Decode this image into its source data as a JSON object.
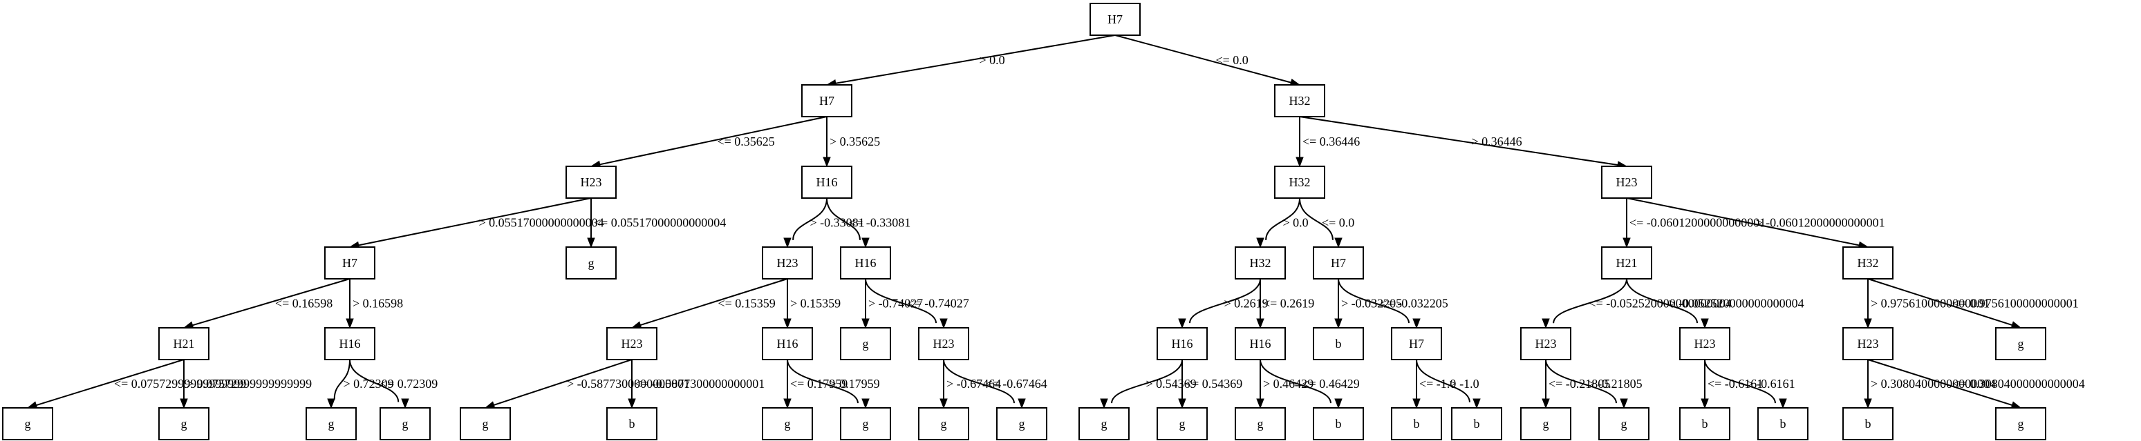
{
  "tree": {
    "nodes": [
      {
        "id": "n0",
        "label": "H7"
      },
      {
        "id": "n1",
        "label": "H7"
      },
      {
        "id": "n2",
        "label": "H32"
      },
      {
        "id": "n3",
        "label": "H23"
      },
      {
        "id": "n4",
        "label": "H16"
      },
      {
        "id": "n5",
        "label": "H32"
      },
      {
        "id": "n6",
        "label": "H23"
      },
      {
        "id": "n7",
        "label": "H7"
      },
      {
        "id": "n8",
        "label": "g"
      },
      {
        "id": "n9",
        "label": "H23"
      },
      {
        "id": "n10",
        "label": "H16"
      },
      {
        "id": "n11",
        "label": "H32"
      },
      {
        "id": "n12",
        "label": "H7"
      },
      {
        "id": "n13",
        "label": "H21"
      },
      {
        "id": "n14",
        "label": "H32"
      },
      {
        "id": "n15",
        "label": "H21"
      },
      {
        "id": "n16",
        "label": "H16"
      },
      {
        "id": "n17",
        "label": "H23"
      },
      {
        "id": "n18",
        "label": "H16"
      },
      {
        "id": "n19",
        "label": "g"
      },
      {
        "id": "n20",
        "label": "H23"
      },
      {
        "id": "n21",
        "label": "H16"
      },
      {
        "id": "n22",
        "label": "H16"
      },
      {
        "id": "n23",
        "label": "b"
      },
      {
        "id": "n24",
        "label": "H7"
      },
      {
        "id": "n25",
        "label": "H23"
      },
      {
        "id": "n26",
        "label": "H23"
      },
      {
        "id": "n27",
        "label": "H23"
      },
      {
        "id": "n28",
        "label": "g"
      },
      {
        "id": "n29",
        "label": "g"
      },
      {
        "id": "n30",
        "label": "g"
      },
      {
        "id": "n31",
        "label": "g"
      },
      {
        "id": "n32",
        "label": "g"
      },
      {
        "id": "n33",
        "label": "g"
      },
      {
        "id": "n34",
        "label": "b"
      },
      {
        "id": "n35",
        "label": "g"
      },
      {
        "id": "n36",
        "label": "g"
      },
      {
        "id": "n37",
        "label": "g"
      },
      {
        "id": "n38",
        "label": "g"
      },
      {
        "id": "n39",
        "label": "g"
      },
      {
        "id": "n40",
        "label": "g"
      },
      {
        "id": "n41",
        "label": "g"
      },
      {
        "id": "n42",
        "label": "b"
      },
      {
        "id": "n43",
        "label": "b"
      },
      {
        "id": "n44",
        "label": "b"
      },
      {
        "id": "n45",
        "label": "g"
      },
      {
        "id": "n46",
        "label": "g"
      },
      {
        "id": "n47",
        "label": "b"
      },
      {
        "id": "n48",
        "label": "b"
      },
      {
        "id": "n49",
        "label": "b"
      },
      {
        "id": "n50",
        "label": "g"
      }
    ],
    "edges": [
      {
        "from": "n0",
        "to": "n1",
        "label": "> 0.0"
      },
      {
        "from": "n0",
        "to": "n2",
        "label": "<= 0.0"
      },
      {
        "from": "n1",
        "to": "n3",
        "label": "<= 0.35625"
      },
      {
        "from": "n1",
        "to": "n4",
        "label": "> 0.35625"
      },
      {
        "from": "n2",
        "to": "n5",
        "label": "<= 0.36446"
      },
      {
        "from": "n2",
        "to": "n6",
        "label": "> 0.36446"
      },
      {
        "from": "n3",
        "to": "n7",
        "label": "> 0.05517000000000004"
      },
      {
        "from": "n3",
        "to": "n8",
        "label": "<= 0.05517000000000004"
      },
      {
        "from": "n4",
        "to": "n9",
        "label": "> -0.33081"
      },
      {
        "from": "n4",
        "to": "n10",
        "label": "<= -0.33081"
      },
      {
        "from": "n5",
        "to": "n11",
        "label": "> 0.0"
      },
      {
        "from": "n5",
        "to": "n12",
        "label": "<= 0.0"
      },
      {
        "from": "n6",
        "to": "n13",
        "label": "<= -0.06012000000000001"
      },
      {
        "from": "n6",
        "to": "n14",
        "label": "> -0.06012000000000001"
      },
      {
        "from": "n7",
        "to": "n15",
        "label": "<= 0.16598"
      },
      {
        "from": "n7",
        "to": "n16",
        "label": "> 0.16598"
      },
      {
        "from": "n9",
        "to": "n17",
        "label": "<= 0.15359"
      },
      {
        "from": "n9",
        "to": "n18",
        "label": "> 0.15359"
      },
      {
        "from": "n10",
        "to": "n19",
        "label": "> -0.74027"
      },
      {
        "from": "n10",
        "to": "n20",
        "label": "<= -0.74027"
      },
      {
        "from": "n11",
        "to": "n21",
        "label": "> 0.2619"
      },
      {
        "from": "n11",
        "to": "n22",
        "label": "<= 0.2619"
      },
      {
        "from": "n12",
        "to": "n23",
        "label": "> -0.032205"
      },
      {
        "from": "n12",
        "to": "n24",
        "label": "<= -0.032205"
      },
      {
        "from": "n13",
        "to": "n25",
        "label": "<= -0.052520000000000004"
      },
      {
        "from": "n13",
        "to": "n26",
        "label": "> -0.052520000000000004"
      },
      {
        "from": "n14",
        "to": "n27",
        "label": "> 0.9756100000000001"
      },
      {
        "from": "n14",
        "to": "n28",
        "label": "<= 0.9756100000000001"
      },
      {
        "from": "n15",
        "to": "n29",
        "label": "<= 0.07572999999999999"
      },
      {
        "from": "n15",
        "to": "n30",
        "label": "> 0.07572999999999999"
      },
      {
        "from": "n16",
        "to": "n31",
        "label": "> 0.72309"
      },
      {
        "from": "n16",
        "to": "n32",
        "label": "<= 0.72309"
      },
      {
        "from": "n17",
        "to": "n33",
        "label": "> -0.5877300000000001"
      },
      {
        "from": "n17",
        "to": "n34",
        "label": "<= -0.5877300000000001"
      },
      {
        "from": "n18",
        "to": "n35",
        "label": "<= 0.17959"
      },
      {
        "from": "n18",
        "to": "n36",
        "label": "> 0.17959"
      },
      {
        "from": "n20",
        "to": "n37",
        "label": "> -0.67464"
      },
      {
        "from": "n20",
        "to": "n38",
        "label": "<= -0.67464"
      },
      {
        "from": "n21",
        "to": "n39",
        "label": "> 0.54369"
      },
      {
        "from": "n21",
        "to": "n40",
        "label": "<= 0.54369"
      },
      {
        "from": "n22",
        "to": "n41",
        "label": "> 0.46429"
      },
      {
        "from": "n22",
        "to": "n42",
        "label": "<= 0.46429"
      },
      {
        "from": "n24",
        "to": "n43",
        "label": "<= -1.0"
      },
      {
        "from": "n24",
        "to": "n44",
        "label": "> -1.0"
      },
      {
        "from": "n25",
        "to": "n45",
        "label": "<= -0.21805"
      },
      {
        "from": "n25",
        "to": "n46",
        "label": "> -0.21805"
      },
      {
        "from": "n26",
        "to": "n47",
        "label": "<= -0.6161"
      },
      {
        "from": "n26",
        "to": "n48",
        "label": "> -0.6161"
      },
      {
        "from": "n27",
        "to": "n49",
        "label": "> 0.30804000000000004"
      },
      {
        "from": "n27",
        "to": "n50",
        "label": "<= 0.30804000000000004"
      }
    ]
  }
}
